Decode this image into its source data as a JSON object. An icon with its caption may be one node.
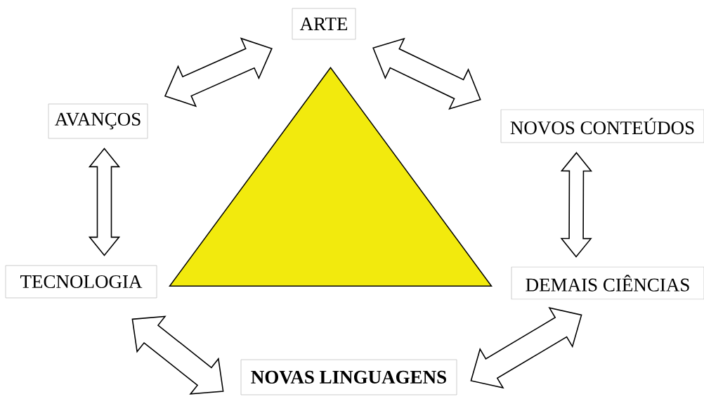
{
  "diagram": {
    "nodes": [
      {
        "text": [
          "ARTE"
        ]
      },
      {
        "text": [
          "AVANÇOS"
        ]
      },
      {
        "text": [
          "NOVOS CONTEÚDOS"
        ]
      },
      {
        "text": [
          "TECNOLOGIA"
        ]
      },
      {
        "text": [
          "DEMAIS CIÊNCIAS"
        ]
      },
      {
        "text": [
          "NOVAS LINGUAGENS"
        ]
      },
      {
        "text": [],
        "shape": "triangle"
      }
    ],
    "edges": [
      {
        "from": 1,
        "to": 0,
        "arrow": "both"
      },
      {
        "from": 0,
        "to": 2,
        "arrow": "both"
      },
      {
        "from": 1,
        "to": 3,
        "arrow": "both"
      },
      {
        "from": 2,
        "to": 4,
        "arrow": "both"
      },
      {
        "from": 3,
        "to": 5,
        "arrow": "both"
      },
      {
        "from": 5,
        "to": 4,
        "arrow": "both"
      }
    ]
  }
}
